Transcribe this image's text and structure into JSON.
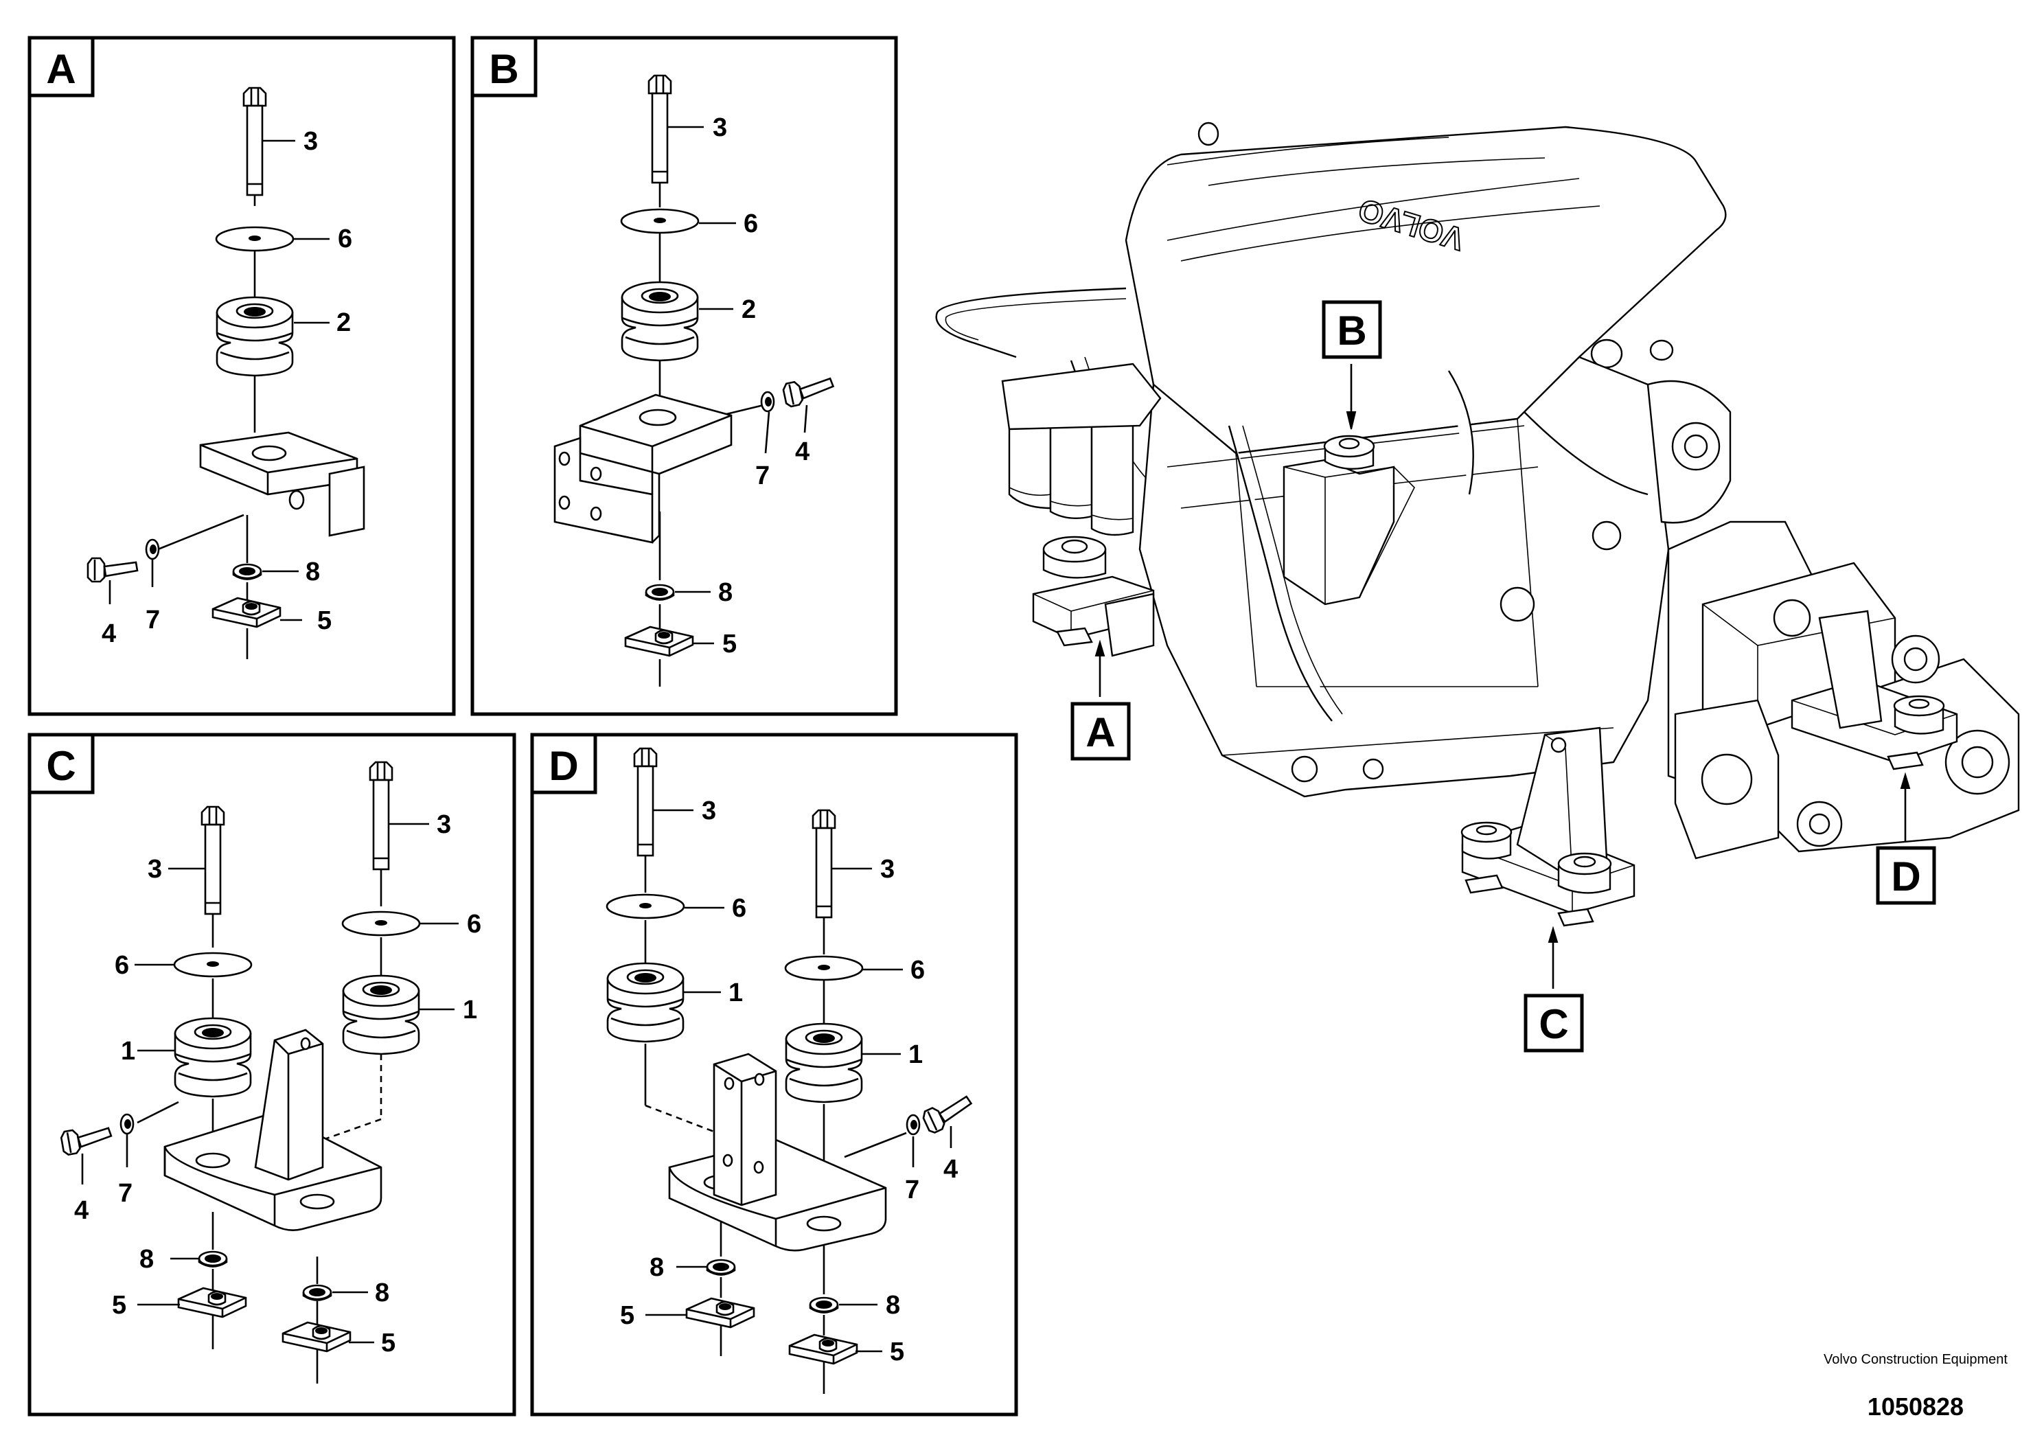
{
  "panels": [
    {
      "id": "A",
      "label": "A"
    },
    {
      "id": "B",
      "label": "B"
    },
    {
      "id": "C",
      "label": "C"
    },
    {
      "id": "D",
      "label": "D"
    }
  ],
  "overview": {
    "markers": [
      "A",
      "B",
      "C",
      "D"
    ],
    "brand_text": "VOLVO"
  },
  "part_numbers": [
    "1",
    "2",
    "3",
    "4",
    "5",
    "6",
    "7",
    "8"
  ],
  "footer": {
    "company": "Volvo Construction Equipment",
    "illustration_number": "1050828"
  }
}
